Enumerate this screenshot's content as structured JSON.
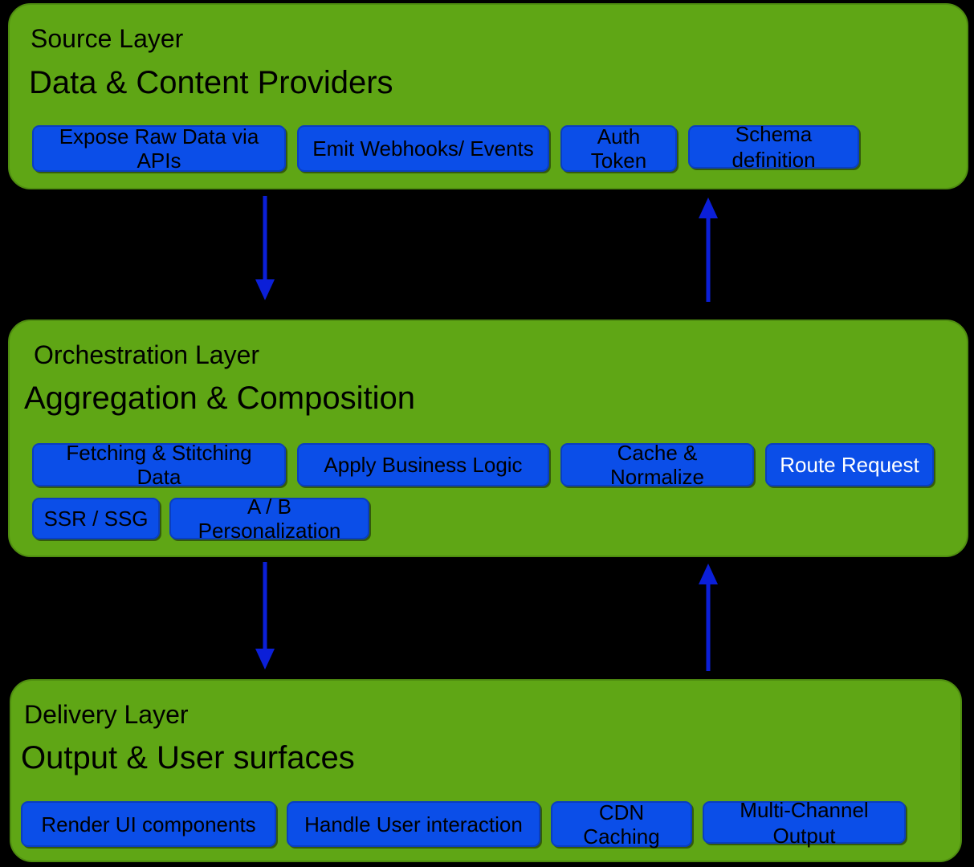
{
  "diagram": {
    "title": "Three-layer content delivery architecture",
    "background_color": "#000000",
    "layer_fill_color": "#5fa615",
    "chip_fill_color": "#0b4ee8",
    "arrow_color": "#0b1fd8"
  },
  "layers": [
    {
      "id": "source",
      "kicker": "Source Layer",
      "title": "Data & Content Providers",
      "chips": [
        {
          "label": "Expose Raw Data via APIs",
          "text_color": "#000000"
        },
        {
          "label": "Emit Webhooks/ Events",
          "text_color": "#000000"
        },
        {
          "label": "Auth Token",
          "text_color": "#000000"
        },
        {
          "label": "Schema\ndefinition",
          "text_color": "#000000"
        }
      ]
    },
    {
      "id": "orchestration",
      "kicker": "Orchestration Layer",
      "title": "Aggregation & Composition",
      "chips_row1": [
        {
          "label": "Fetching & Stitching Data",
          "text_color": "#000000"
        },
        {
          "label": "Apply Business Logic",
          "text_color": "#000000"
        },
        {
          "label": "Cache & Normalize",
          "text_color": "#000000"
        },
        {
          "label": "Route Request",
          "text_color": "#ffffff"
        }
      ],
      "chips_row2": [
        {
          "label": "SSR / SSG",
          "text_color": "#000000"
        },
        {
          "label": "A / B Personalization",
          "text_color": "#000000"
        }
      ]
    },
    {
      "id": "delivery",
      "kicker": "Delivery Layer",
      "title": "Output & User surfaces",
      "chips": [
        {
          "label": "Render UI components",
          "text_color": "#000000"
        },
        {
          "label": "Handle User interaction",
          "text_color": "#000000"
        },
        {
          "label": "CDN Caching",
          "text_color": "#000000"
        },
        {
          "label": "Multi-Channel\nOutput",
          "text_color": "#000000"
        }
      ]
    }
  ],
  "connectors": [
    {
      "id": "source-to-orchestration",
      "direction": "down"
    },
    {
      "id": "orchestration-to-source",
      "direction": "up"
    },
    {
      "id": "orchestration-to-delivery",
      "direction": "down"
    },
    {
      "id": "delivery-to-orchestration",
      "direction": "up"
    }
  ]
}
